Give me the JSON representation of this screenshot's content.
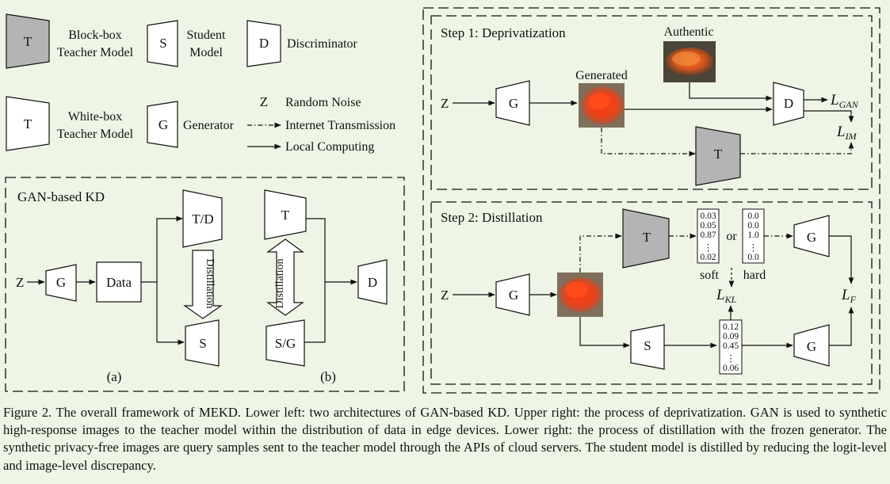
{
  "legend": {
    "blackbox_label": "T",
    "blackbox_text_1": "Block-box",
    "blackbox_text_2": "Teacher Model",
    "student_label": "S",
    "student_text_1": "Student",
    "student_text_2": "Model",
    "disc_label": "D",
    "disc_text": "Discriminator",
    "whitebox_label": "T",
    "whitebox_text_1": "White-box",
    "whitebox_text_2": "Teacher Model",
    "gen_label": "G",
    "gen_text": "Generator",
    "z_label": "Z",
    "z_text": "Random Noise",
    "internet_text": "Internet Transmission",
    "local_text": "Local Computing"
  },
  "gankd": {
    "title": "GAN-based KD",
    "z": "Z",
    "g": "G",
    "data": "Data",
    "td": "T/D",
    "s": "S",
    "distillation": "Distillation",
    "a_label": "(a)",
    "t": "T",
    "sg": "S/G",
    "d": "D",
    "b_label": "(b)"
  },
  "step1": {
    "title": "Step 1: Deprivatization",
    "authentic": "Authentic",
    "generated": "Generated",
    "z": "Z",
    "g": "G",
    "d": "D",
    "t": "T",
    "loss_gan_main": "L",
    "loss_gan_sub": "GAN",
    "loss_im_main": "L",
    "loss_im_sub": "IM"
  },
  "step2": {
    "title": "Step 2: Distillation",
    "z": "Z",
    "g": "G",
    "t": "T",
    "s": "S",
    "g_top": "G",
    "g_bottom": "G",
    "soft_vals": [
      "0.03",
      "0.05",
      "0.87",
      "⋮",
      "0.02"
    ],
    "hard_vals": [
      "0.0",
      "0.0",
      "1.0",
      "⋮",
      "0.0"
    ],
    "student_vals": [
      "0.12",
      "0.09",
      "0.45",
      "⋮",
      "0.06"
    ],
    "or": "or",
    "soft": "soft",
    "hard": "hard",
    "loss_kl_main": "L",
    "loss_kl_sub": "KL",
    "loss_f_main": "L",
    "loss_f_sub": "F"
  },
  "caption": "Figure 2. The overall framework of MEKD. Lower left: two architectures of GAN-based KD. Upper right: the process of deprivatization. GAN is used to synthetic high-response images to the teacher model within the distribution of data in edge devices. Lower right: the process of distillation with the frozen generator. The synthetic privacy-free images are query samples sent to the teacher model through the APIs of cloud servers. The student model is distilled by reducing the logit-level and image-level discrepancy."
}
